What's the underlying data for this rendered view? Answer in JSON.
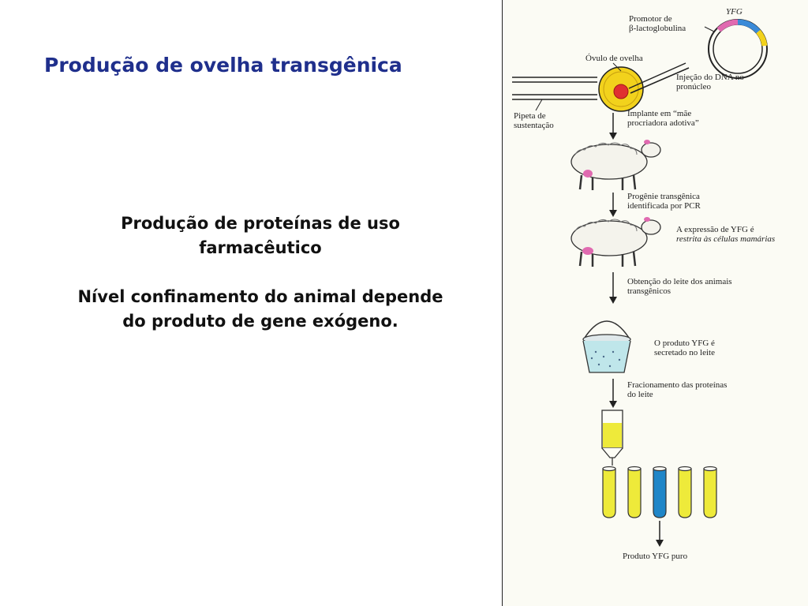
{
  "title": "Produção de ovelha transgênica",
  "body": {
    "line1": "Produção de proteínas de uso",
    "line2": "farmacêutico",
    "line3": "Nível confinamento do animal  depende",
    "line4": "do produto de gene exógeno."
  },
  "figure": {
    "gene": "YFG",
    "promoter_1": "Promotor de",
    "promoter_2": "β-lactoglobulina",
    "ovum": "Óvulo de ovelha",
    "injection_1": "Injeção do DNA no",
    "injection_2": "pronúcleo",
    "pipette_1": "Pipeta de",
    "pipette_2": "sustentação",
    "implant_1": "Implante em “mãe",
    "implant_2": "procriadora adotiva”",
    "progeny_1": "Progênie transgênica",
    "progeny_2": "identificada por PCR",
    "expression_1": "A expressão de YFG é",
    "expression_2": "restrita às células mamárias",
    "milk_1": "Obtenção do leite dos animais",
    "milk_2": "transgênicos",
    "secreted_1": "O produto YFG é",
    "secreted_2": "secretado no leite",
    "fraction_1": "Fracionamento das proteínas",
    "fraction_2": "do leite",
    "final_product": "Produto YFG puro"
  },
  "colors": {
    "title": "#1f2f8c",
    "egg_yellow": "#f2d21c",
    "nucleus_red": "#e03030",
    "udder_pink": "#e06ab0",
    "tube_yellow": "#eeea3a",
    "tube_blue": "#1f86c8",
    "bucket_liquid": "#bfe6ea"
  }
}
